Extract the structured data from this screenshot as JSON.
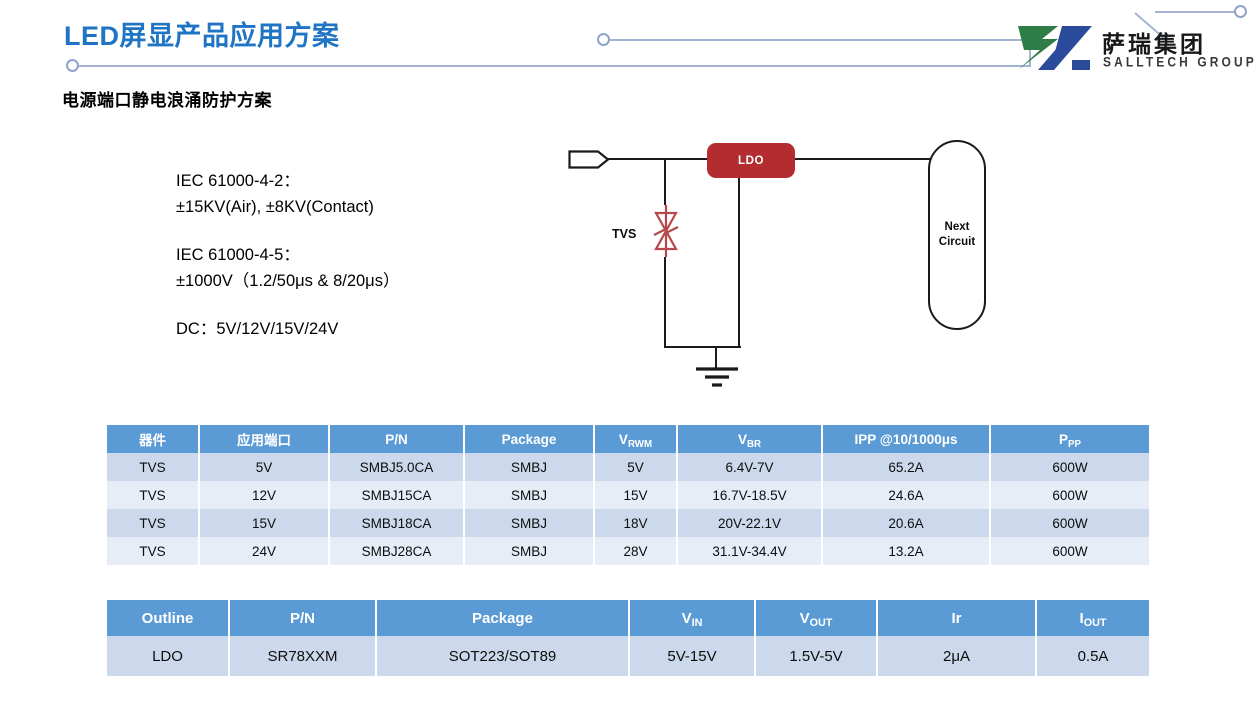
{
  "header": {
    "title": "LED屏显产品应用方案",
    "subtitle": "电源端口静电浪涌防护方案",
    "accent_color": "#1f74c4",
    "deco_color": "#a3b4d6"
  },
  "logo": {
    "mark_name": "salltech-logo-mark",
    "cn_name": "萨瑞集团",
    "en_name": "SALLTECH GROUP",
    "green": "#2e7d46",
    "blue": "#2a4a9c"
  },
  "specs": {
    "line1": "IEC 61000-4-2：",
    "line2": "±15KV(Air), ±8KV(Contact)",
    "line3": "IEC 61000-4-5：",
    "line4": "±1000V（1.2/50μs & 8/20μs）",
    "line5": "DC：5V/12V/15V/24V"
  },
  "circuit": {
    "input_connector": "input-connector",
    "tvs_label": "TVS",
    "ldo_label": "LDO",
    "ldo_color": "#b32d30",
    "next_circuit_label": "Next\nCircuit",
    "ground_label": "ground-symbol",
    "tvs_color": "#b5484a"
  },
  "tvs_table": {
    "header_color": "#5b9bd5",
    "columns": [
      "器件",
      "应用端口",
      "P/N",
      "Package",
      "V|RWM",
      "V|BR",
      "IPP @10/1000μs",
      "P|PP"
    ],
    "rows": [
      [
        "TVS",
        "5V",
        "SMBJ5.0CA",
        "SMBJ",
        "5V",
        "6.4V-7V",
        "65.2A",
        "600W"
      ],
      [
        "TVS",
        "12V",
        "SMBJ15CA",
        "SMBJ",
        "15V",
        "16.7V-18.5V",
        "24.6A",
        "600W"
      ],
      [
        "TVS",
        "15V",
        "SMBJ18CA",
        "SMBJ",
        "18V",
        "20V-22.1V",
        "20.6A",
        "600W"
      ],
      [
        "TVS",
        "24V",
        "SMBJ28CA",
        "SMBJ",
        "28V",
        "31.1V-34.4V",
        "13.2A",
        "600W"
      ]
    ]
  },
  "ldo_table": {
    "header_color": "#5b9bd5",
    "columns": [
      "Outline",
      "P/N",
      "Package",
      "V|IN",
      "V|OUT",
      "Ir",
      "I|OUT"
    ],
    "rows": [
      [
        "LDO",
        "SR78XXM",
        "SOT223/SOT89",
        "5V-15V",
        "1.5V-5V",
        "2μA",
        "0.5A"
      ]
    ]
  }
}
